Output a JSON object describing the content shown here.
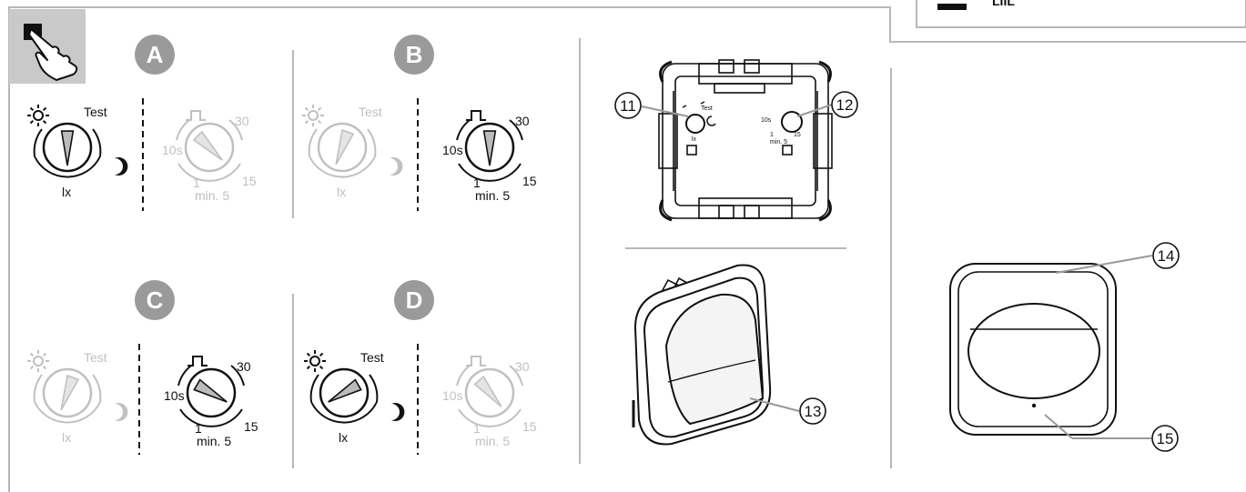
{
  "header_tab": {
    "text": "LIIL"
  },
  "panels": [
    {
      "letter": "A"
    },
    {
      "letter": "B"
    },
    {
      "letter": "C"
    },
    {
      "letter": "D"
    }
  ],
  "dial_labels": {
    "test": "Test",
    "lux": "lx",
    "t_30": "30",
    "t_10s": "10s",
    "t_1": "1",
    "t_15": "15",
    "t_min5": "min. 5"
  },
  "mini_dial_labels": {
    "test": "Test",
    "lux": "lx",
    "t_10s": "10s",
    "t_1": "1",
    "t_min5": "min. 5",
    "t_15": "15"
  },
  "callouts": {
    "c11": "11",
    "c12": "12",
    "c13": "13",
    "c14": "14",
    "c15": "15"
  },
  "colors": {
    "line": "#b8b8b8",
    "circle_fill": "#9a9a9a",
    "corner_fill": "#c8c8c8",
    "ink": "#111111",
    "faded": "#c0c0c0"
  }
}
